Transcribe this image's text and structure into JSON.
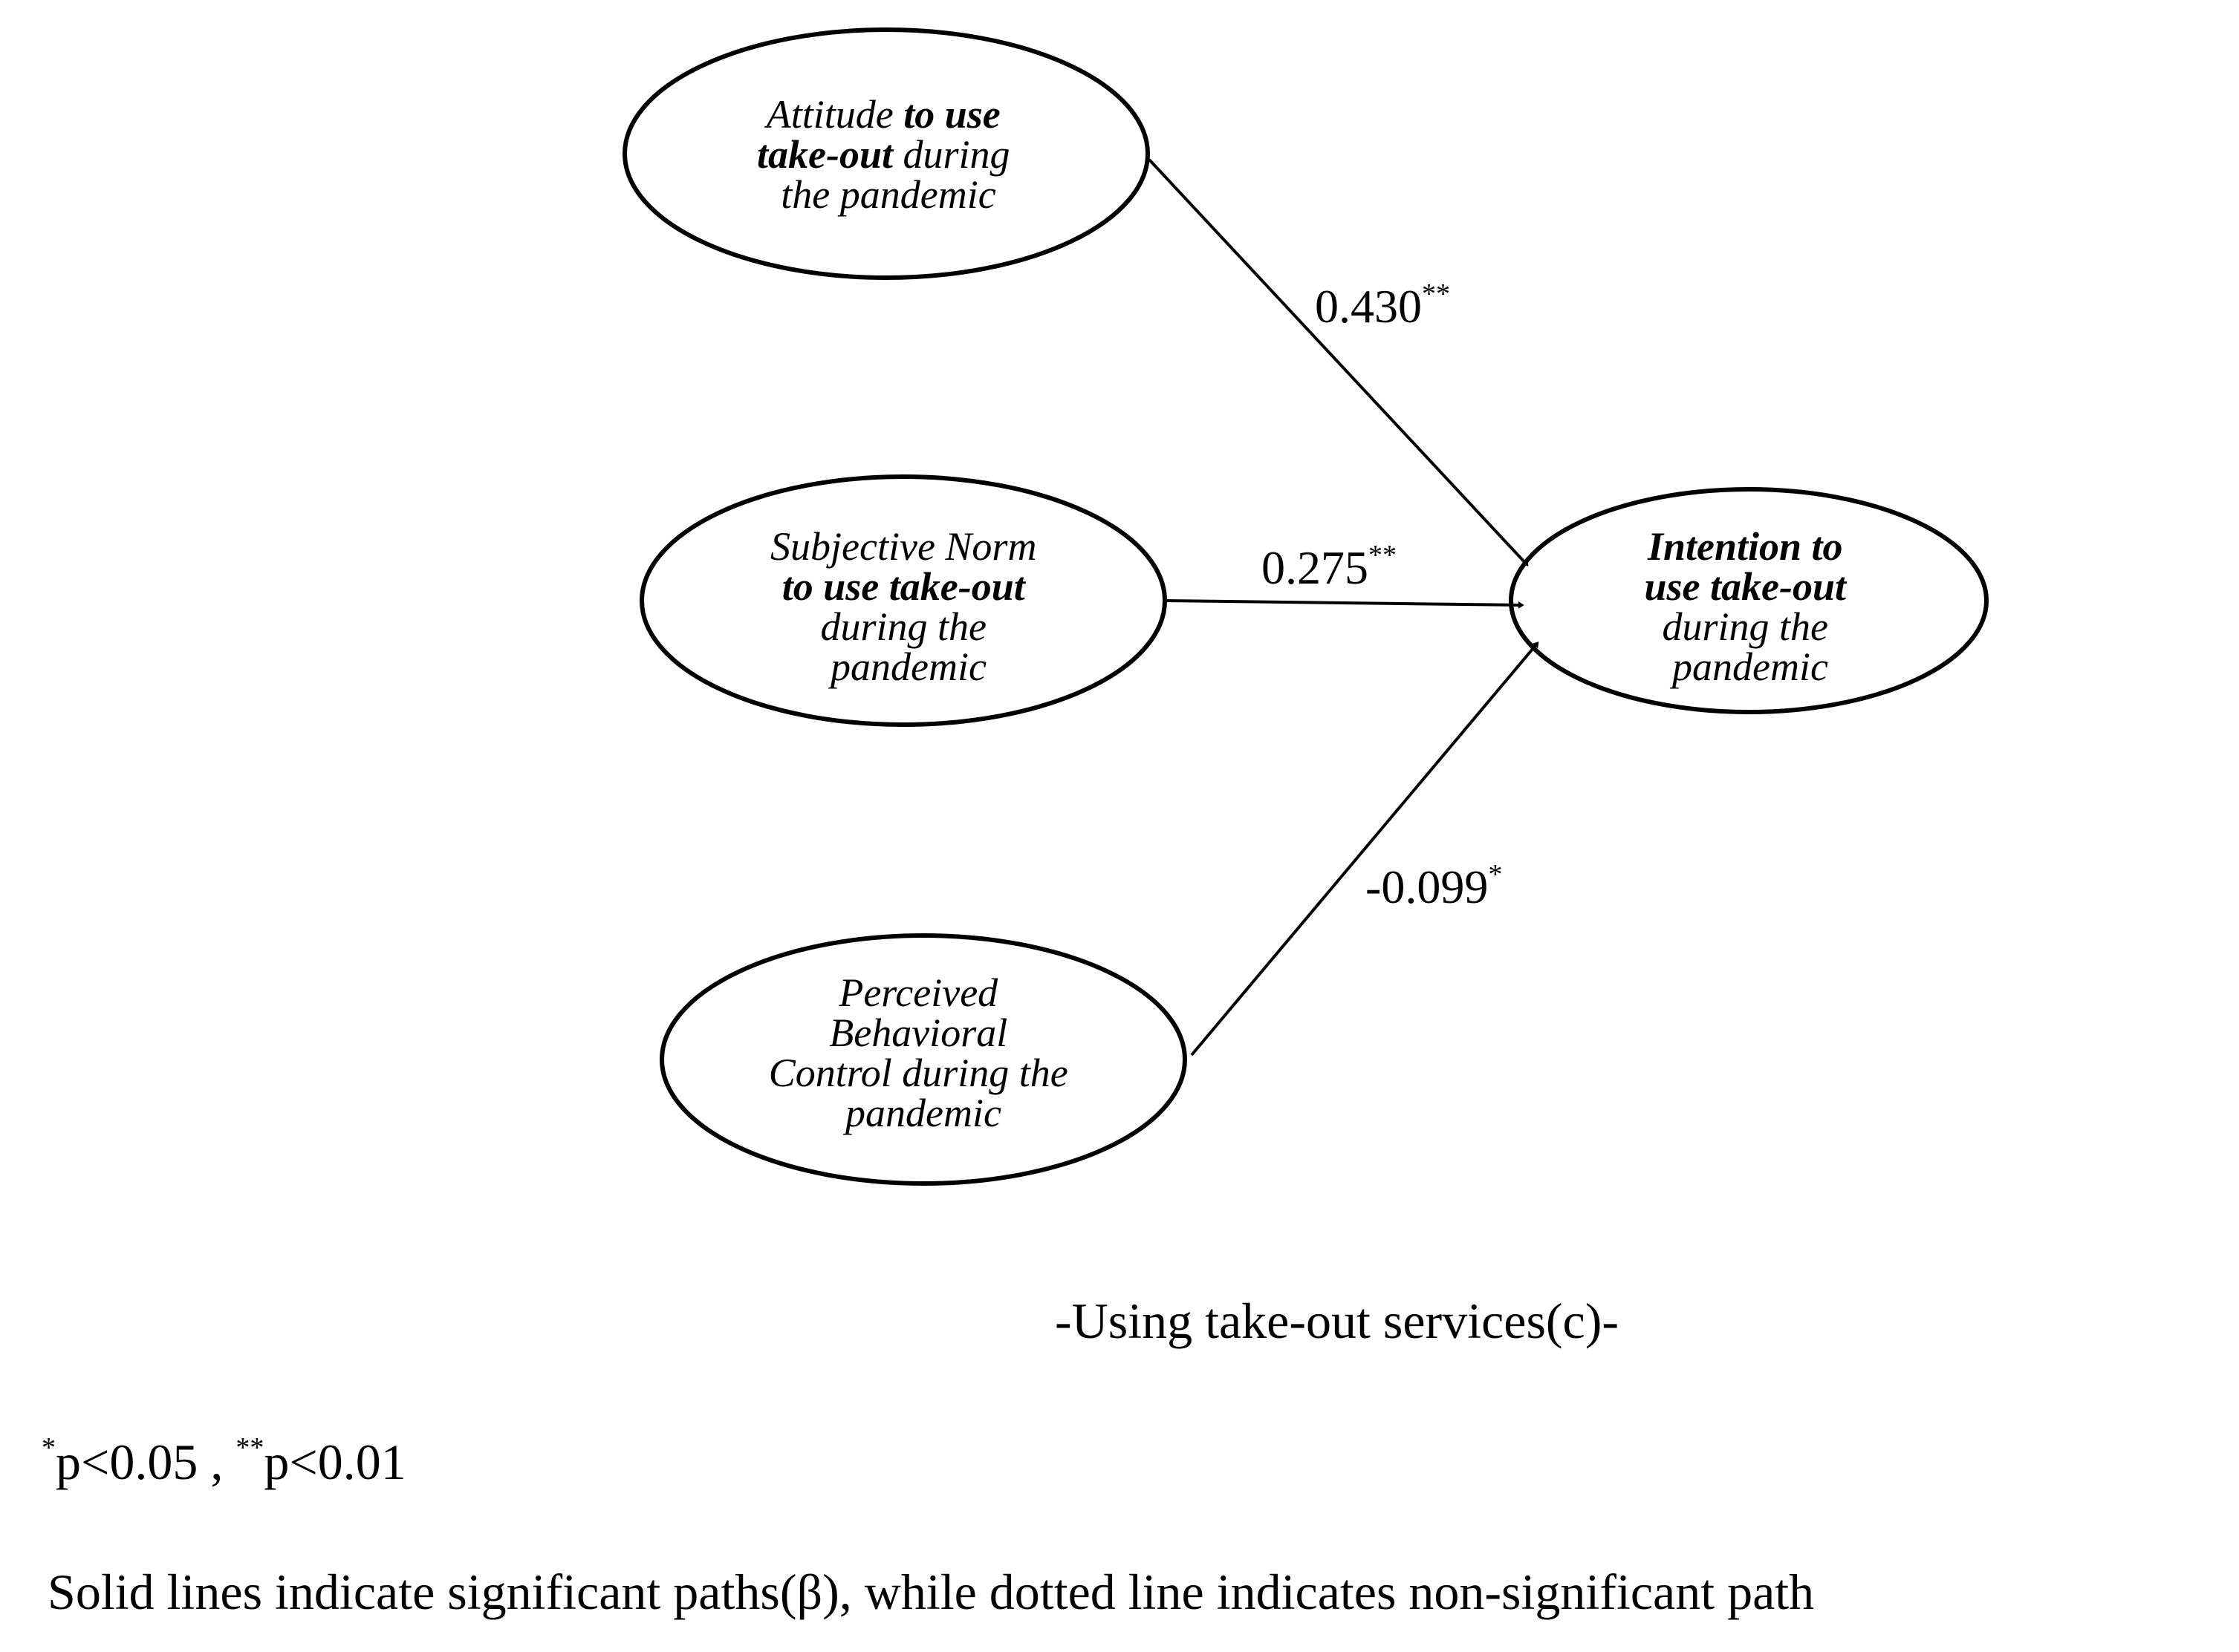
{
  "nodes": {
    "attitude": {
      "line1_a": "Attitude ",
      "line1_b": "to use",
      "line2_a": "take-out",
      "line2_b": " during",
      "line3": "the pandemic"
    },
    "subjective_norm": {
      "line1": "Subjective Norm",
      "line2": "to use take-out",
      "line3": "during the",
      "line4": "pandemic"
    },
    "pbc": {
      "line1": "Perceived",
      "line2": "Behavioral",
      "line3": "Control during the",
      "line4": "pandemic"
    },
    "intention": {
      "line1": "Intention to",
      "line2": "use take-out",
      "line3": "during the",
      "line4": "pandemic"
    }
  },
  "paths": {
    "attitude": {
      "value": "0.430",
      "sig": "**"
    },
    "subjective_norm": {
      "value": "0.275",
      "sig": "**"
    },
    "pbc": {
      "value": "-0.099",
      "sig": "*"
    }
  },
  "caption": "-Using take-out services(c)-",
  "significance": {
    "s1_mark": "*",
    "s1_text": "p<0.05 , ",
    "s2_mark": "**",
    "s2_text": "p<0.01"
  },
  "note": "Solid lines indicate significant paths(β), while dotted line indicates non-significant path"
}
